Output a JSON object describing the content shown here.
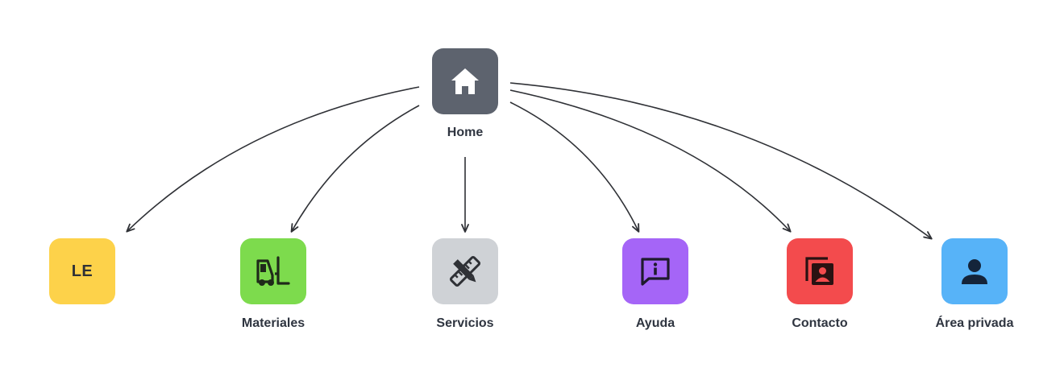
{
  "home": {
    "label": "Home",
    "icon": "house-icon",
    "color": "#5d636e"
  },
  "children": [
    {
      "id": "le",
      "label": "",
      "initials": "LE",
      "icon": "le-initials-badge",
      "color": "#fdd24a"
    },
    {
      "id": "materiales",
      "label": "Materiales",
      "icon": "forklift-icon",
      "color": "#7ddb4d"
    },
    {
      "id": "servicios",
      "label": "Servicios",
      "icon": "pencil-ruler-icon",
      "color": "#cfd2d6"
    },
    {
      "id": "ayuda",
      "label": "Ayuda",
      "icon": "help-message-icon",
      "color": "#a565f7"
    },
    {
      "id": "contacto",
      "label": "Contacto",
      "icon": "contact-card-icon",
      "color": "#f34b4d"
    },
    {
      "id": "area-privada",
      "label": "Área privada",
      "icon": "user-icon",
      "color": "#57b3f8"
    }
  ],
  "connector_color": "#2f3136"
}
